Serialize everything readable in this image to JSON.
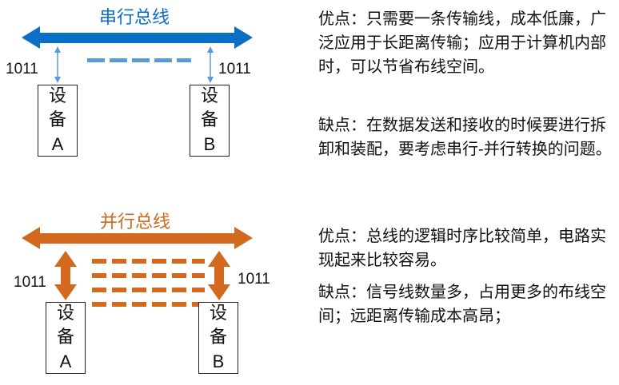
{
  "serial": {
    "title": "串行总线",
    "left_value": "1011",
    "right_value": "1011",
    "device_a": {
      "line1": "设",
      "line2": "备",
      "line3": "A"
    },
    "device_b": {
      "line1": "设",
      "line2": "备",
      "line3": "B"
    },
    "advantage": "优点：只需要一条传输线，成本低廉，广泛应用于长距离传输；应用于计算机内部时，可以节省布线空间。",
    "disadvantage": "缺点：在数据发送和接收的时候要进行拆卸和装配，要考虑串行-并行转换的问题。"
  },
  "parallel": {
    "title": "并行总线",
    "left_value": "1011",
    "right_value": "1011",
    "device_a": {
      "line1": "设",
      "line2": "备",
      "line3": "A"
    },
    "device_b": {
      "line1": "设",
      "line2": "备",
      "line3": "B"
    },
    "advantage": "优点：总线的逻辑时序比较简单，电路实现起来比较容易。",
    "disadvantage": "缺点：信号线数量多，占用更多的布线空间；远距离传输成本高昂；"
  },
  "colors": {
    "serial_blue": "#0b6fc7",
    "serial_light": "#5b9bd5",
    "parallel_orange": "#d2691e"
  }
}
